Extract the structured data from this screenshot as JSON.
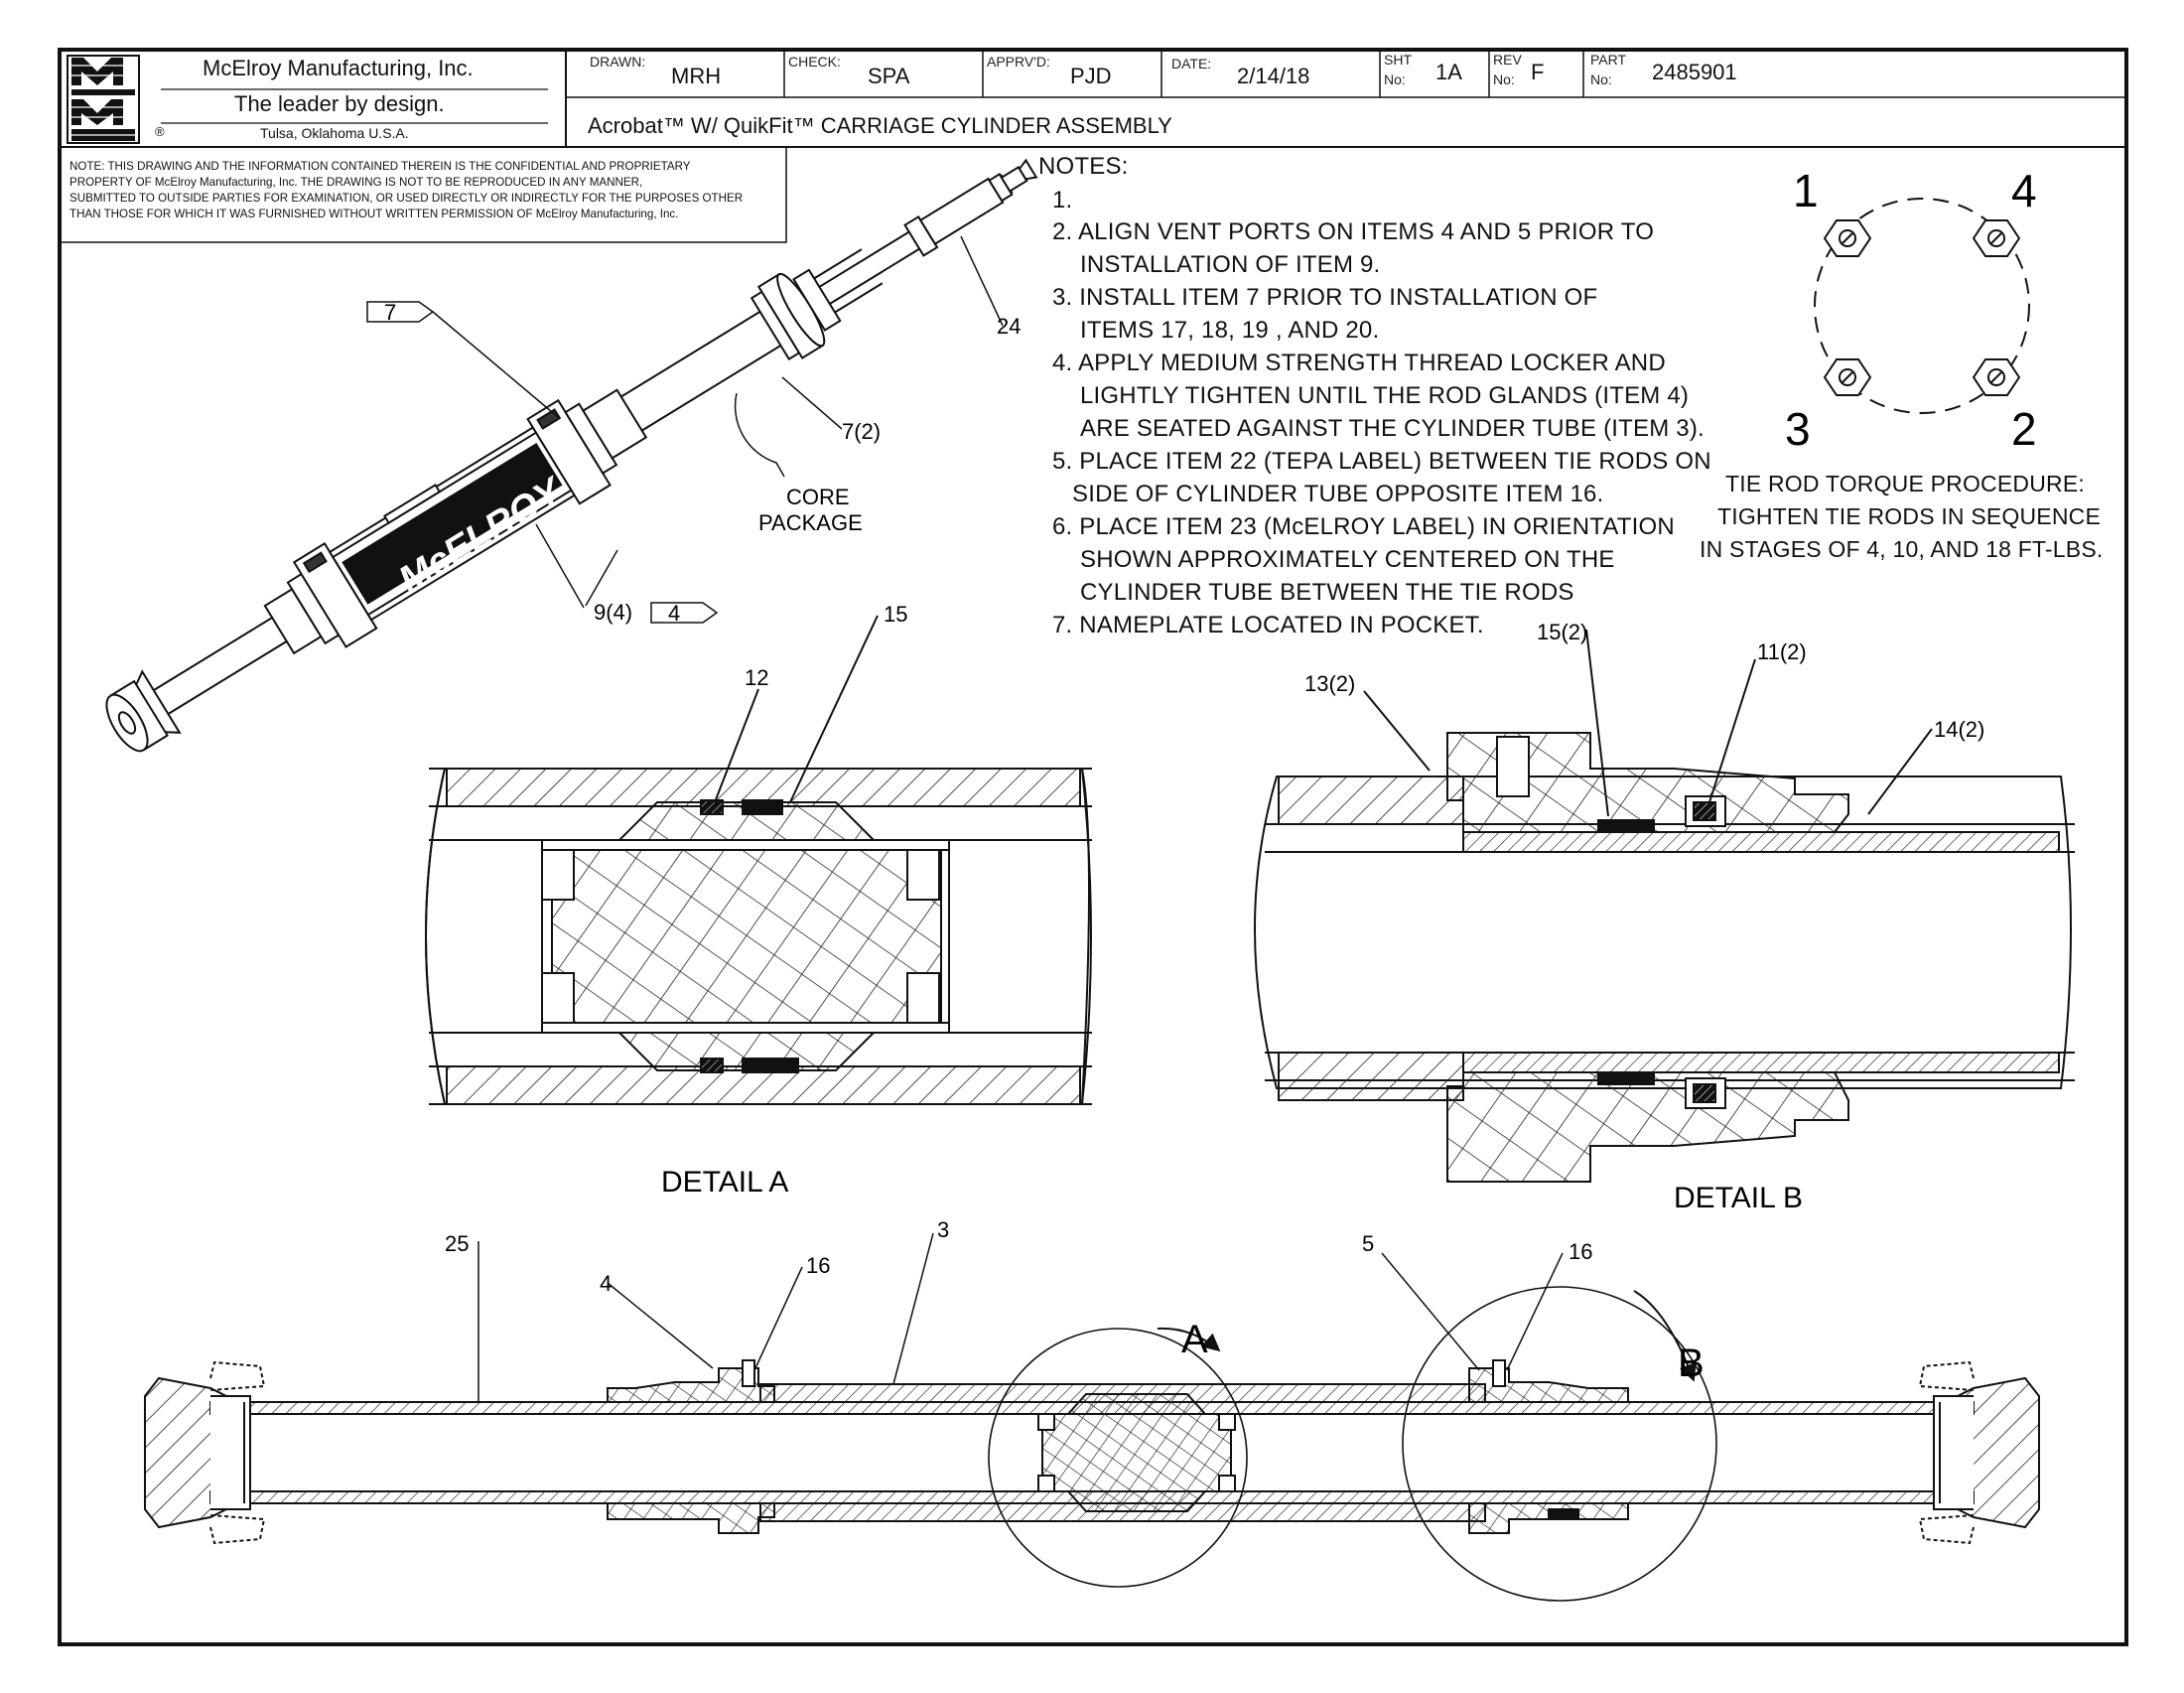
{
  "title_block": {
    "company": "McElroy Manufacturing, Inc.",
    "tagline": "The leader by design.",
    "location": "Tulsa, Oklahoma U.S.A.",
    "registered_mark": "®",
    "logo_letters": "MMI",
    "drawn_label": "DRAWN:",
    "drawn": "MRH",
    "check_label": "CHECK:",
    "check": "SPA",
    "apprvd_label": "APPRV'D:",
    "apprvd": "PJD",
    "date_label": "DATE:",
    "date": "2/14/18",
    "sht_label": "SHT",
    "sht_no_label": "No:",
    "sht": "1A",
    "rev_label": "REV",
    "rev_no_label": "No:",
    "rev": "F",
    "part_label": "PART",
    "part_no_label": "No:",
    "part": "2485901",
    "drawing_title": "Acrobat™ W/ QuikFit™ CARRIAGE CYLINDER ASSEMBLY"
  },
  "legal_note": [
    "NOTE: THIS DRAWING AND THE INFORMATION CONTAINED THEREIN IS THE CONFIDENTIAL AND PROPRIETARY",
    "PROPERTY OF McElroy Manufacturing, Inc. THE DRAWING IS NOT TO BE REPRODUCED IN ANY MANNER,",
    "SUBMITTED TO OUTSIDE PARTIES FOR EXAMINATION, OR USED DIRECTLY OR INDIRECTLY FOR THE PURPOSES OTHER",
    "THAN THOSE FOR WHICH IT WAS FURNISHED WITHOUT WRITTEN PERMISSION OF McElroy Manufacturing, Inc."
  ],
  "notes": {
    "heading": "NOTES:",
    "lines": [
      "1.",
      "2. ALIGN VENT PORTS ON ITEMS 4 AND 5 PRIOR TO",
      "INSTALLATION OF ITEM 9.",
      "3. INSTALL ITEM 7 PRIOR TO INSTALLATION OF",
      "ITEMS 17, 18, 19 , AND 20.",
      "4. APPLY MEDIUM STRENGTH THREAD LOCKER AND",
      "LIGHTLY TIGHTEN UNTIL THE ROD GLANDS (ITEM 4)",
      "ARE SEATED AGAINST THE CYLINDER TUBE (ITEM 3).",
      "5. PLACE ITEM 22 (TEPA LABEL) BETWEEN TIE RODS ON",
      "SIDE OF CYLINDER TUBE OPPOSITE ITEM 16.",
      "6. PLACE ITEM 23 (McELROY LABEL) IN ORIENTATION",
      "SHOWN APPROXIMATELY CENTERED ON THE",
      "CYLINDER TUBE BETWEEN THE TIE RODS",
      "7. NAMEPLATE LOCATED IN POCKET."
    ]
  },
  "torque": {
    "positions": [
      "1",
      "4",
      "3",
      "2"
    ],
    "lines": [
      "TIE ROD TORQUE PROCEDURE:",
      "TIGHTEN TIE RODS IN SEQUENCE",
      "IN STAGES OF 4, 10, AND 18 FT-LBS."
    ]
  },
  "iso_view": {
    "brand": "McELROY",
    "callouts": [
      "7",
      "24",
      "7(2)",
      "CORE",
      "PACKAGE",
      "9(4)",
      "4"
    ]
  },
  "detail_a": {
    "title": "DETAIL A",
    "callouts": [
      "12",
      "15"
    ]
  },
  "detail_b": {
    "title": "DETAIL B",
    "callouts": [
      "13(2)",
      "15(2)",
      "11(2)",
      "14(2)"
    ]
  },
  "section_view": {
    "callouts": [
      "25",
      "4",
      "16",
      "3",
      "5",
      "16"
    ],
    "detail_marks": [
      "A",
      "B"
    ]
  }
}
